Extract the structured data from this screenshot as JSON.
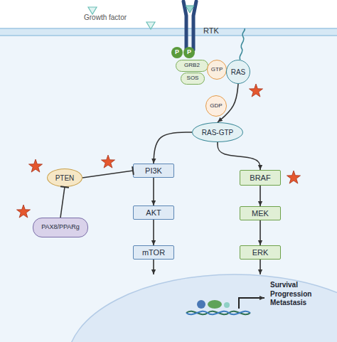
{
  "diagram": {
    "nodes": [
      {
        "text": [
          "P"
        ]
      },
      {
        "text": [
          "P"
        ]
      },
      {
        "text": [
          "GRB2"
        ]
      },
      {
        "text": [
          "SOS"
        ]
      },
      {
        "text": [
          "GTP"
        ]
      },
      {
        "text": [
          "RAS"
        ]
      },
      {
        "text": [
          "GDP"
        ]
      },
      {
        "text": [
          "RAS-GTP"
        ]
      },
      {
        "text": [
          "PTEN"
        ]
      },
      {
        "text": [
          "PI3K"
        ]
      },
      {
        "text": [
          "BRAF"
        ]
      },
      {
        "text": [
          "PAX8/PPARg"
        ]
      },
      {
        "text": [
          "AKT"
        ]
      },
      {
        "text": [
          "MEK"
        ]
      },
      {
        "text": [
          "mTOR"
        ]
      },
      {
        "text": [
          "ERK"
        ]
      },
      {
        "text": [
          "Survival Progression Metastasis"
        ]
      }
    ],
    "edges": [
      {
        "from": 5,
        "to": 7,
        "arrow": "to"
      },
      {
        "from": 7,
        "to": 9,
        "arrow": "to"
      },
      {
        "from": 7,
        "to": 10,
        "arrow": "to"
      },
      {
        "from": 8,
        "to": 9,
        "arrow": "to"
      },
      {
        "from": 11,
        "to": 8,
        "arrow": "to"
      },
      {
        "from": 9,
        "to": 12,
        "arrow": "to"
      },
      {
        "from": 12,
        "to": 14,
        "arrow": "to"
      },
      {
        "from": 10,
        "to": 13,
        "arrow": "to"
      },
      {
        "from": 13,
        "to": 15,
        "arrow": "to"
      },
      {
        "from": 14,
        "to": 16,
        "arrow": "to"
      },
      {
        "from": 15,
        "to": 16,
        "arrow": "to"
      }
    ],
    "labels": [
      "Growth factor",
      "RTK"
    ]
  }
}
